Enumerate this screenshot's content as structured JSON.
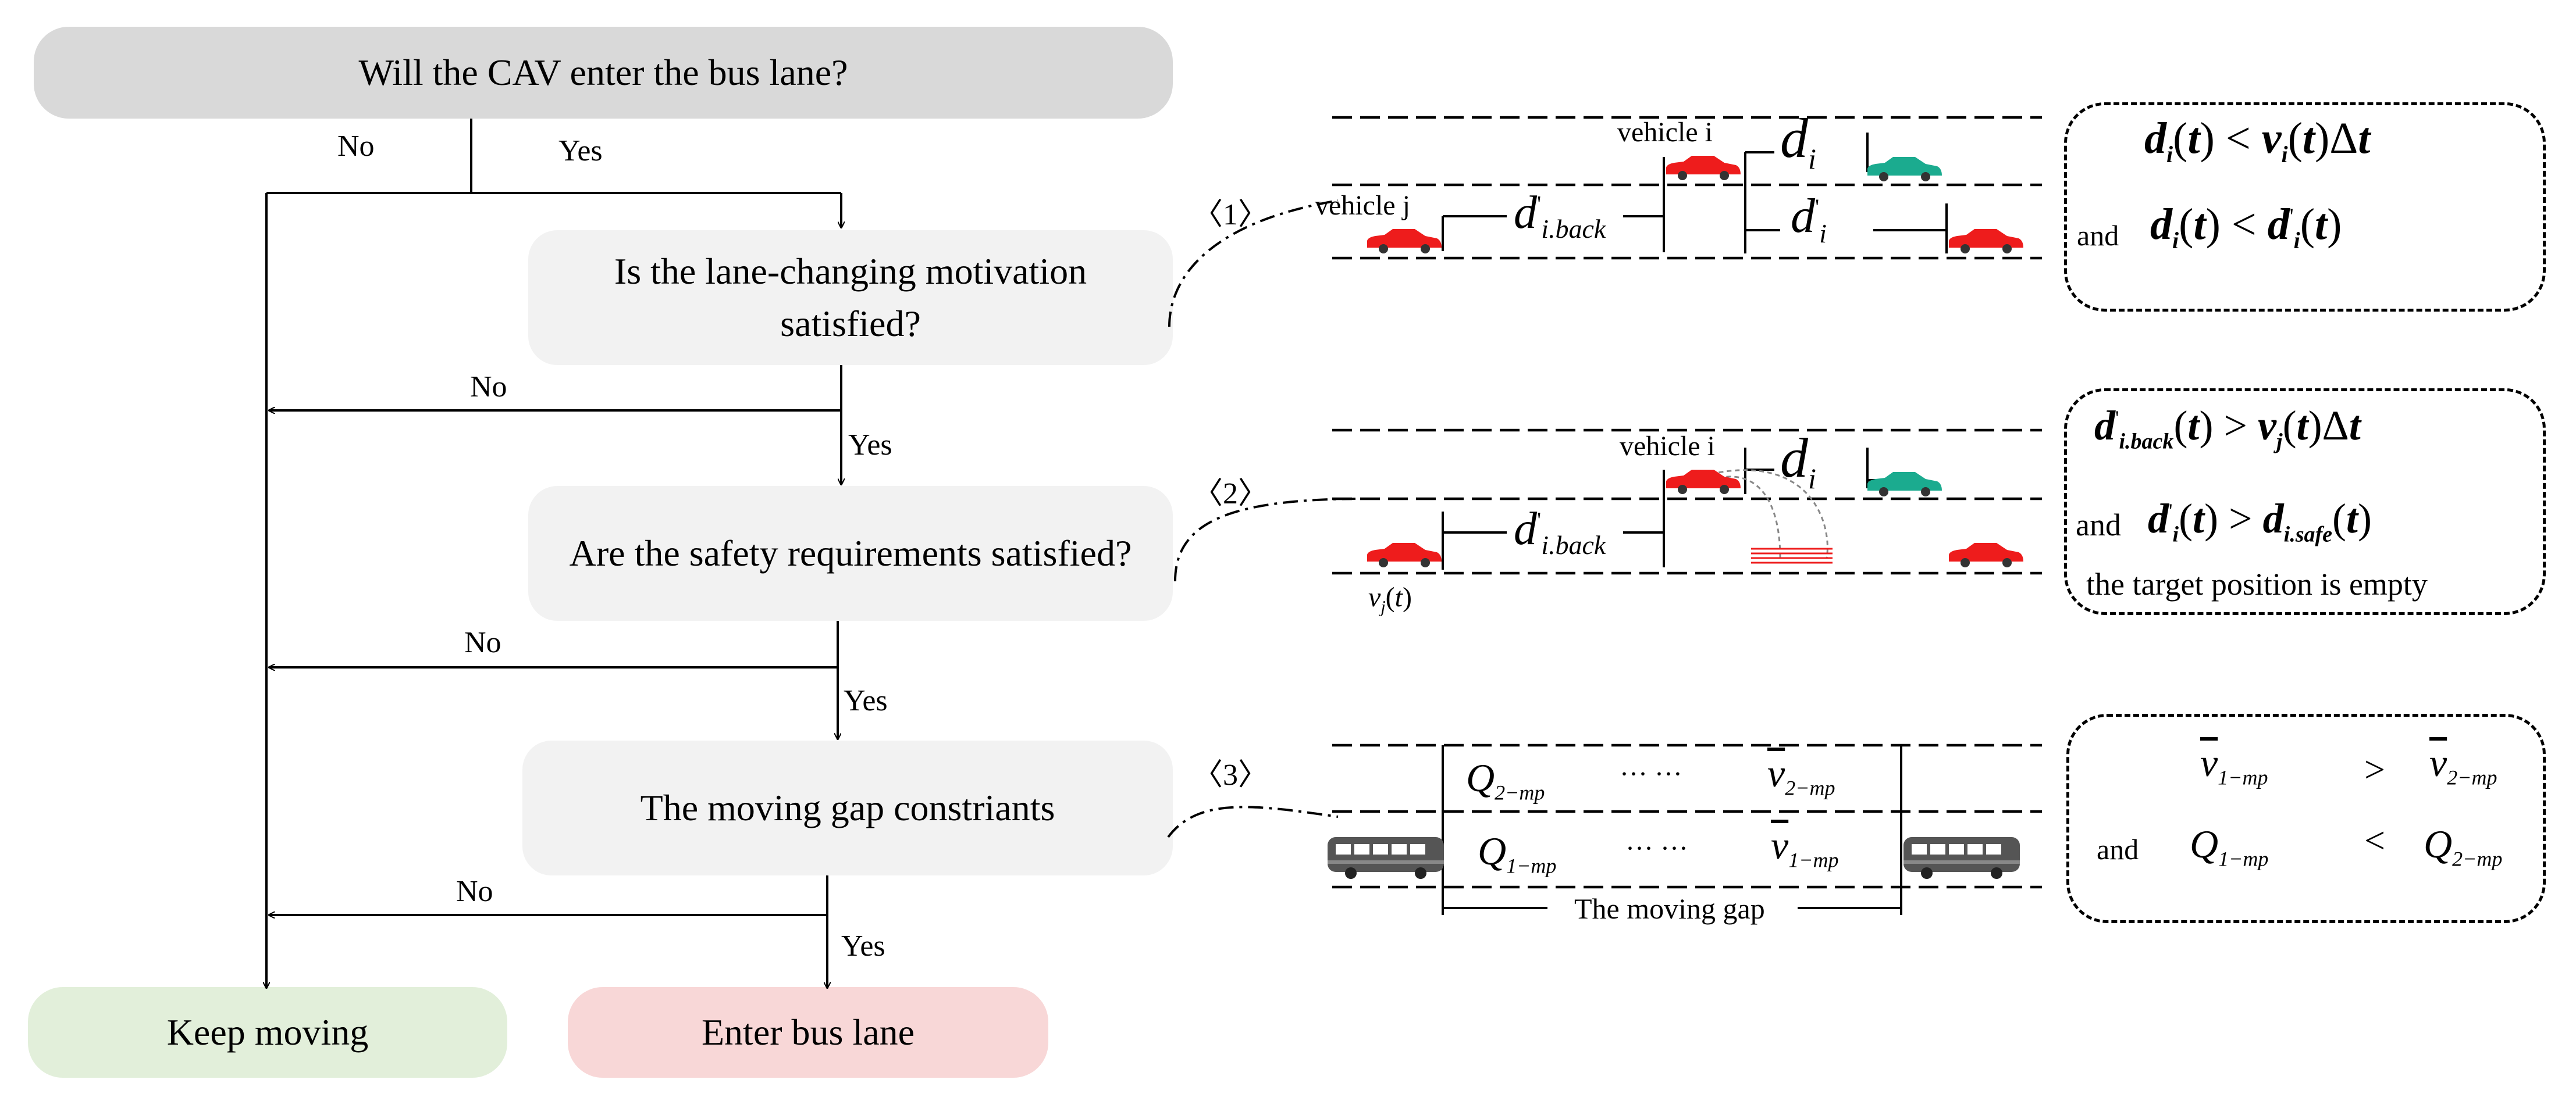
{
  "flowchart": {
    "question": "Will the CAV enter the bus lane?",
    "motivation": "Is the lane-changing motivation satisfied?",
    "safety": "Are the safety requirements satisfied?",
    "gap": "The moving gap constriants",
    "keep": "Keep moving",
    "enter": "Enter bus lane",
    "no": "No",
    "yes": "Yes"
  },
  "markers": {
    "m1": "〈1〉",
    "m2": "〈2〉",
    "m3": "〈3〉"
  },
  "scene": {
    "vehicle_i": "vehicle i",
    "vehicle_j": "vehicle j",
    "moving_gap": "The moving gap",
    "dots": "··· ···",
    "and": "and",
    "target_empty": "the target position is empty"
  },
  "colors": {
    "cav": "#ee1c1c",
    "teal_car": "#1bab8f",
    "bus": "#555555",
    "top_node": "#d9d9d9",
    "mid_node": "#f2f2f2",
    "keep_node": "#e2efda",
    "enter_node": "#f8d7d7"
  }
}
